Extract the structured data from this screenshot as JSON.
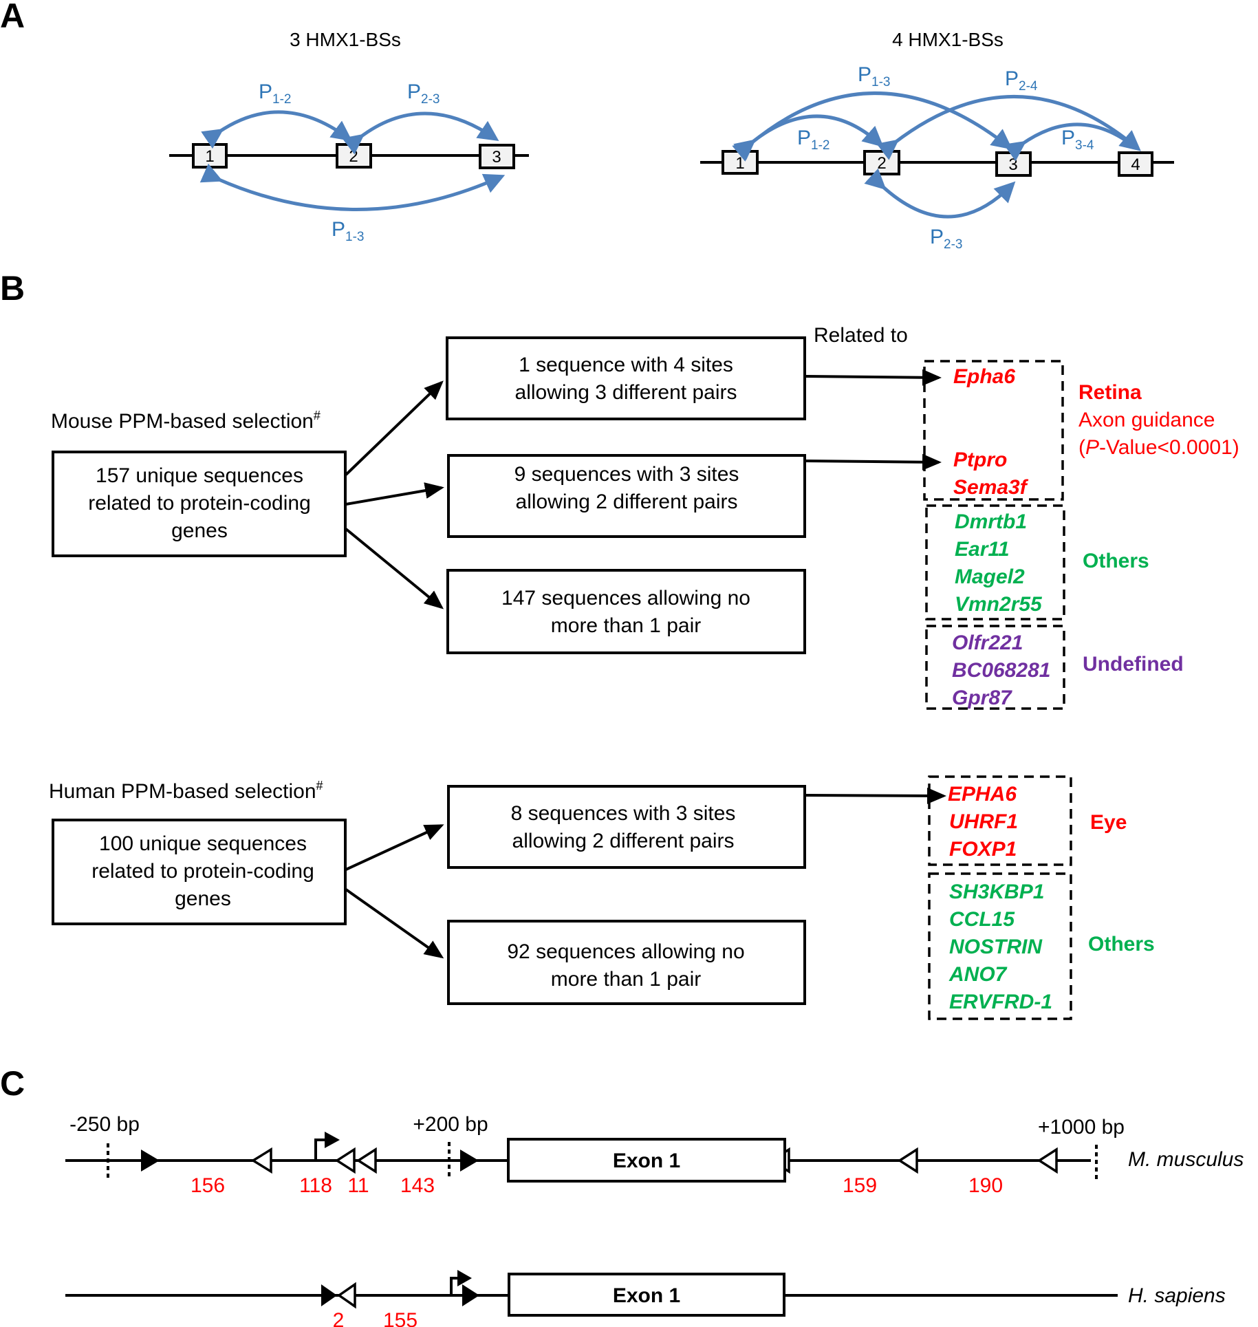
{
  "colors": {
    "pair_blue": "#4f81bd",
    "pair_text_blue": "#2e75b6",
    "red": "#ff0000",
    "green": "#00b050",
    "purple": "#7030a0",
    "black": "#000000"
  },
  "panel_a": {
    "letter": "A",
    "left": {
      "title": "3 HMX1-BSs",
      "sites": [
        "1",
        "2",
        "3"
      ],
      "pairs": [
        {
          "p": "P",
          "sub": "1-2"
        },
        {
          "p": "P",
          "sub": "2-3"
        },
        {
          "p": "P",
          "sub": "1-3"
        }
      ]
    },
    "right": {
      "title": "4 HMX1-BSs",
      "sites": [
        "1",
        "2",
        "3",
        "4"
      ],
      "pairs": [
        {
          "p": "P",
          "sub": "1-3"
        },
        {
          "p": "P",
          "sub": "2-4"
        },
        {
          "p": "P",
          "sub": "1-2"
        },
        {
          "p": "P",
          "sub": "3-4"
        },
        {
          "p": "P",
          "sub": "2-3"
        }
      ]
    }
  },
  "panel_b": {
    "letter": "B",
    "related_to": "Related to",
    "mouse": {
      "label": "Mouse PPM-based selection",
      "label_sup": "#",
      "source_box": [
        "157 unique sequences",
        "related to protein-coding",
        "genes"
      ],
      "branches": [
        [
          "1 sequence with 4 sites",
          "allowing 3 different pairs"
        ],
        [
          "9 sequences with 3 sites",
          "allowing 2 different pairs"
        ],
        [
          "147 sequences allowing no",
          "more than 1 pair"
        ]
      ],
      "groups": [
        {
          "genes": [
            "Epha6",
            "Ptpro",
            "Sema3f"
          ],
          "category": "Retina",
          "sub_lines": [
            "Axon guidance"
          ],
          "pvalue_prefix": "(",
          "pvalue_p": "P",
          "pvalue_rest": "-Value<0.0001)"
        },
        {
          "genes": [
            "Dmrtb1",
            "Ear11",
            "Magel2",
            "Vmn2r55"
          ],
          "category": "Others"
        },
        {
          "genes": [
            "Olfr221",
            "BC068281",
            "Gpr87"
          ],
          "category": "Undefined"
        }
      ]
    },
    "human": {
      "label": "Human PPM-based selection",
      "label_sup": "#",
      "source_box": [
        "100 unique sequences",
        "related to protein-coding",
        "genes"
      ],
      "branches": [
        [
          "8 sequences with 3 sites",
          "allowing 2 different pairs"
        ],
        [
          "92 sequences allowing no",
          "more than 1 pair"
        ]
      ],
      "groups": [
        {
          "genes": [
            "EPHA6",
            "UHRF1",
            "FOXP1"
          ],
          "category": "Eye"
        },
        {
          "genes": [
            "SH3KBP1",
            "CCL15",
            "NOSTRIN",
            "ANO7",
            "ERVFRD-1"
          ],
          "category": "Others"
        }
      ]
    }
  },
  "panel_c": {
    "letter": "C",
    "mouse": {
      "species": "M. musculus",
      "markers": [
        "-250 bp",
        "+200 bp",
        "+1000 bp"
      ],
      "exon": "Exon 1",
      "site_numbers": [
        "156",
        "118",
        "11",
        "143",
        "159",
        "190"
      ]
    },
    "human": {
      "species": "H. sapiens",
      "exon": "Exon 1",
      "site_numbers": [
        "2",
        "155"
      ]
    }
  }
}
